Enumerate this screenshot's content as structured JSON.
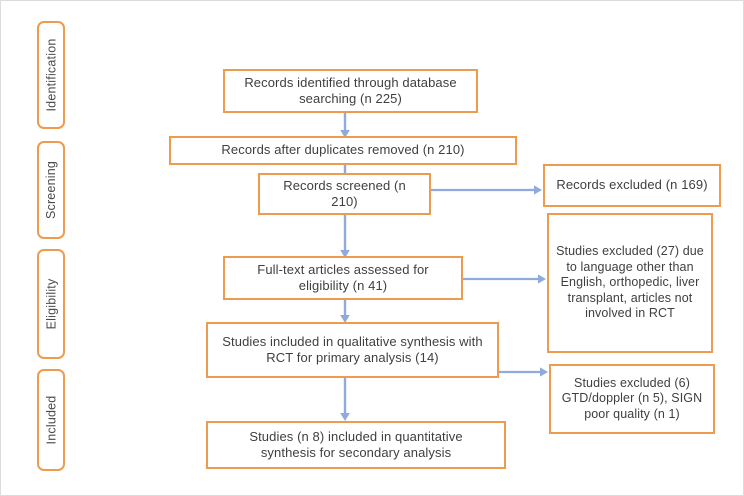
{
  "figure": {
    "type": "prisma-flow-diagram",
    "border_color": "#ED9B4F",
    "arrow_color": "#8FAADC",
    "text_color": "#3f3f3f",
    "background": "#ffffff"
  },
  "stages": [
    {
      "label": "Identification"
    },
    {
      "label": "Screening"
    },
    {
      "label": "Eligibility"
    },
    {
      "label": "Included"
    }
  ],
  "boxes": {
    "identified": {
      "text": "Records identified through database searching (n 225)"
    },
    "duplicates": {
      "text": "Records after duplicates removed (n 210)"
    },
    "screened": {
      "text": "Records screened (n 210)"
    },
    "excluded_records": {
      "text": "Records excluded (n 169)"
    },
    "fulltext": {
      "text": "Full-text articles assessed for eligibility (n 41)"
    },
    "excluded_studies_27": {
      "text": "Studies excluded (27) due to language other than English, orthopedic, liver transplant, articles not involved in RCT"
    },
    "qualitative": {
      "text": "Studies included in qualitative synthesis with RCT for primary analysis (14)"
    },
    "excluded_studies_6": {
      "text": "Studies excluded (6) GTD/doppler (n 5), SIGN poor quality (n 1)"
    },
    "quantitative": {
      "text": "Studies (n 8) included in quantitative synthesis for secondary analysis"
    }
  },
  "flow_data": {
    "records_identified_database_searching": 225,
    "records_after_duplicates_removed": 210,
    "records_screened": 210,
    "records_excluded": 169,
    "fulltext_articles_assessed": 41,
    "studies_excluded_eligibility": 27,
    "studies_included_qualitative": 14,
    "studies_excluded_qualitative": 6,
    "studies_excluded_gtd_doppler": 5,
    "studies_excluded_sign_poor_quality": 1,
    "studies_included_quantitative": 8
  }
}
